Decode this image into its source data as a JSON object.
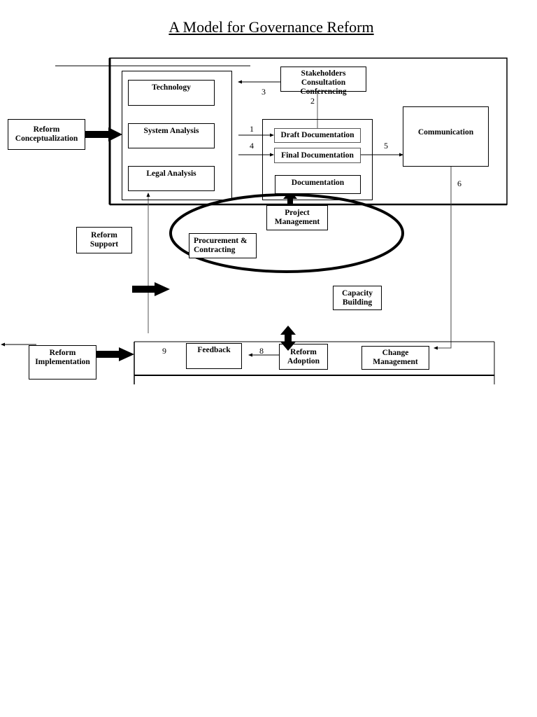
{
  "title": "A Model for Governance Reform",
  "boxes": {
    "technology": "Technology",
    "system_analysis": "System Analysis",
    "legal_analysis": "Legal Analysis",
    "stakeholders": [
      "Stakeholders",
      "Consultation",
      "Conferencing"
    ],
    "reform_conceptualization": [
      "Reform",
      "Conceptualization"
    ],
    "draft_documentation": "Draft Documentation",
    "final_documentation": "Final Documentation",
    "documentation": "Documentation",
    "communication": "Communication",
    "project_management": [
      "Project",
      "Management"
    ],
    "procurement": [
      "Procurement &",
      "Contracting"
    ],
    "reform_support": [
      "Reform",
      "Support"
    ],
    "capacity_building": [
      "Capacity",
      "Building"
    ],
    "reform_implementation": [
      "Reform",
      "Implementation"
    ],
    "feedback": "Feedback",
    "reform_adoption": [
      "Reform",
      "Adoption"
    ],
    "change_management": [
      "Change",
      "Management"
    ]
  },
  "step_numbers": {
    "n1": "1",
    "n2": "2",
    "n3": "3",
    "n4": "4",
    "n5": "5",
    "n6": "6",
    "n8": "8",
    "n9": "9"
  }
}
